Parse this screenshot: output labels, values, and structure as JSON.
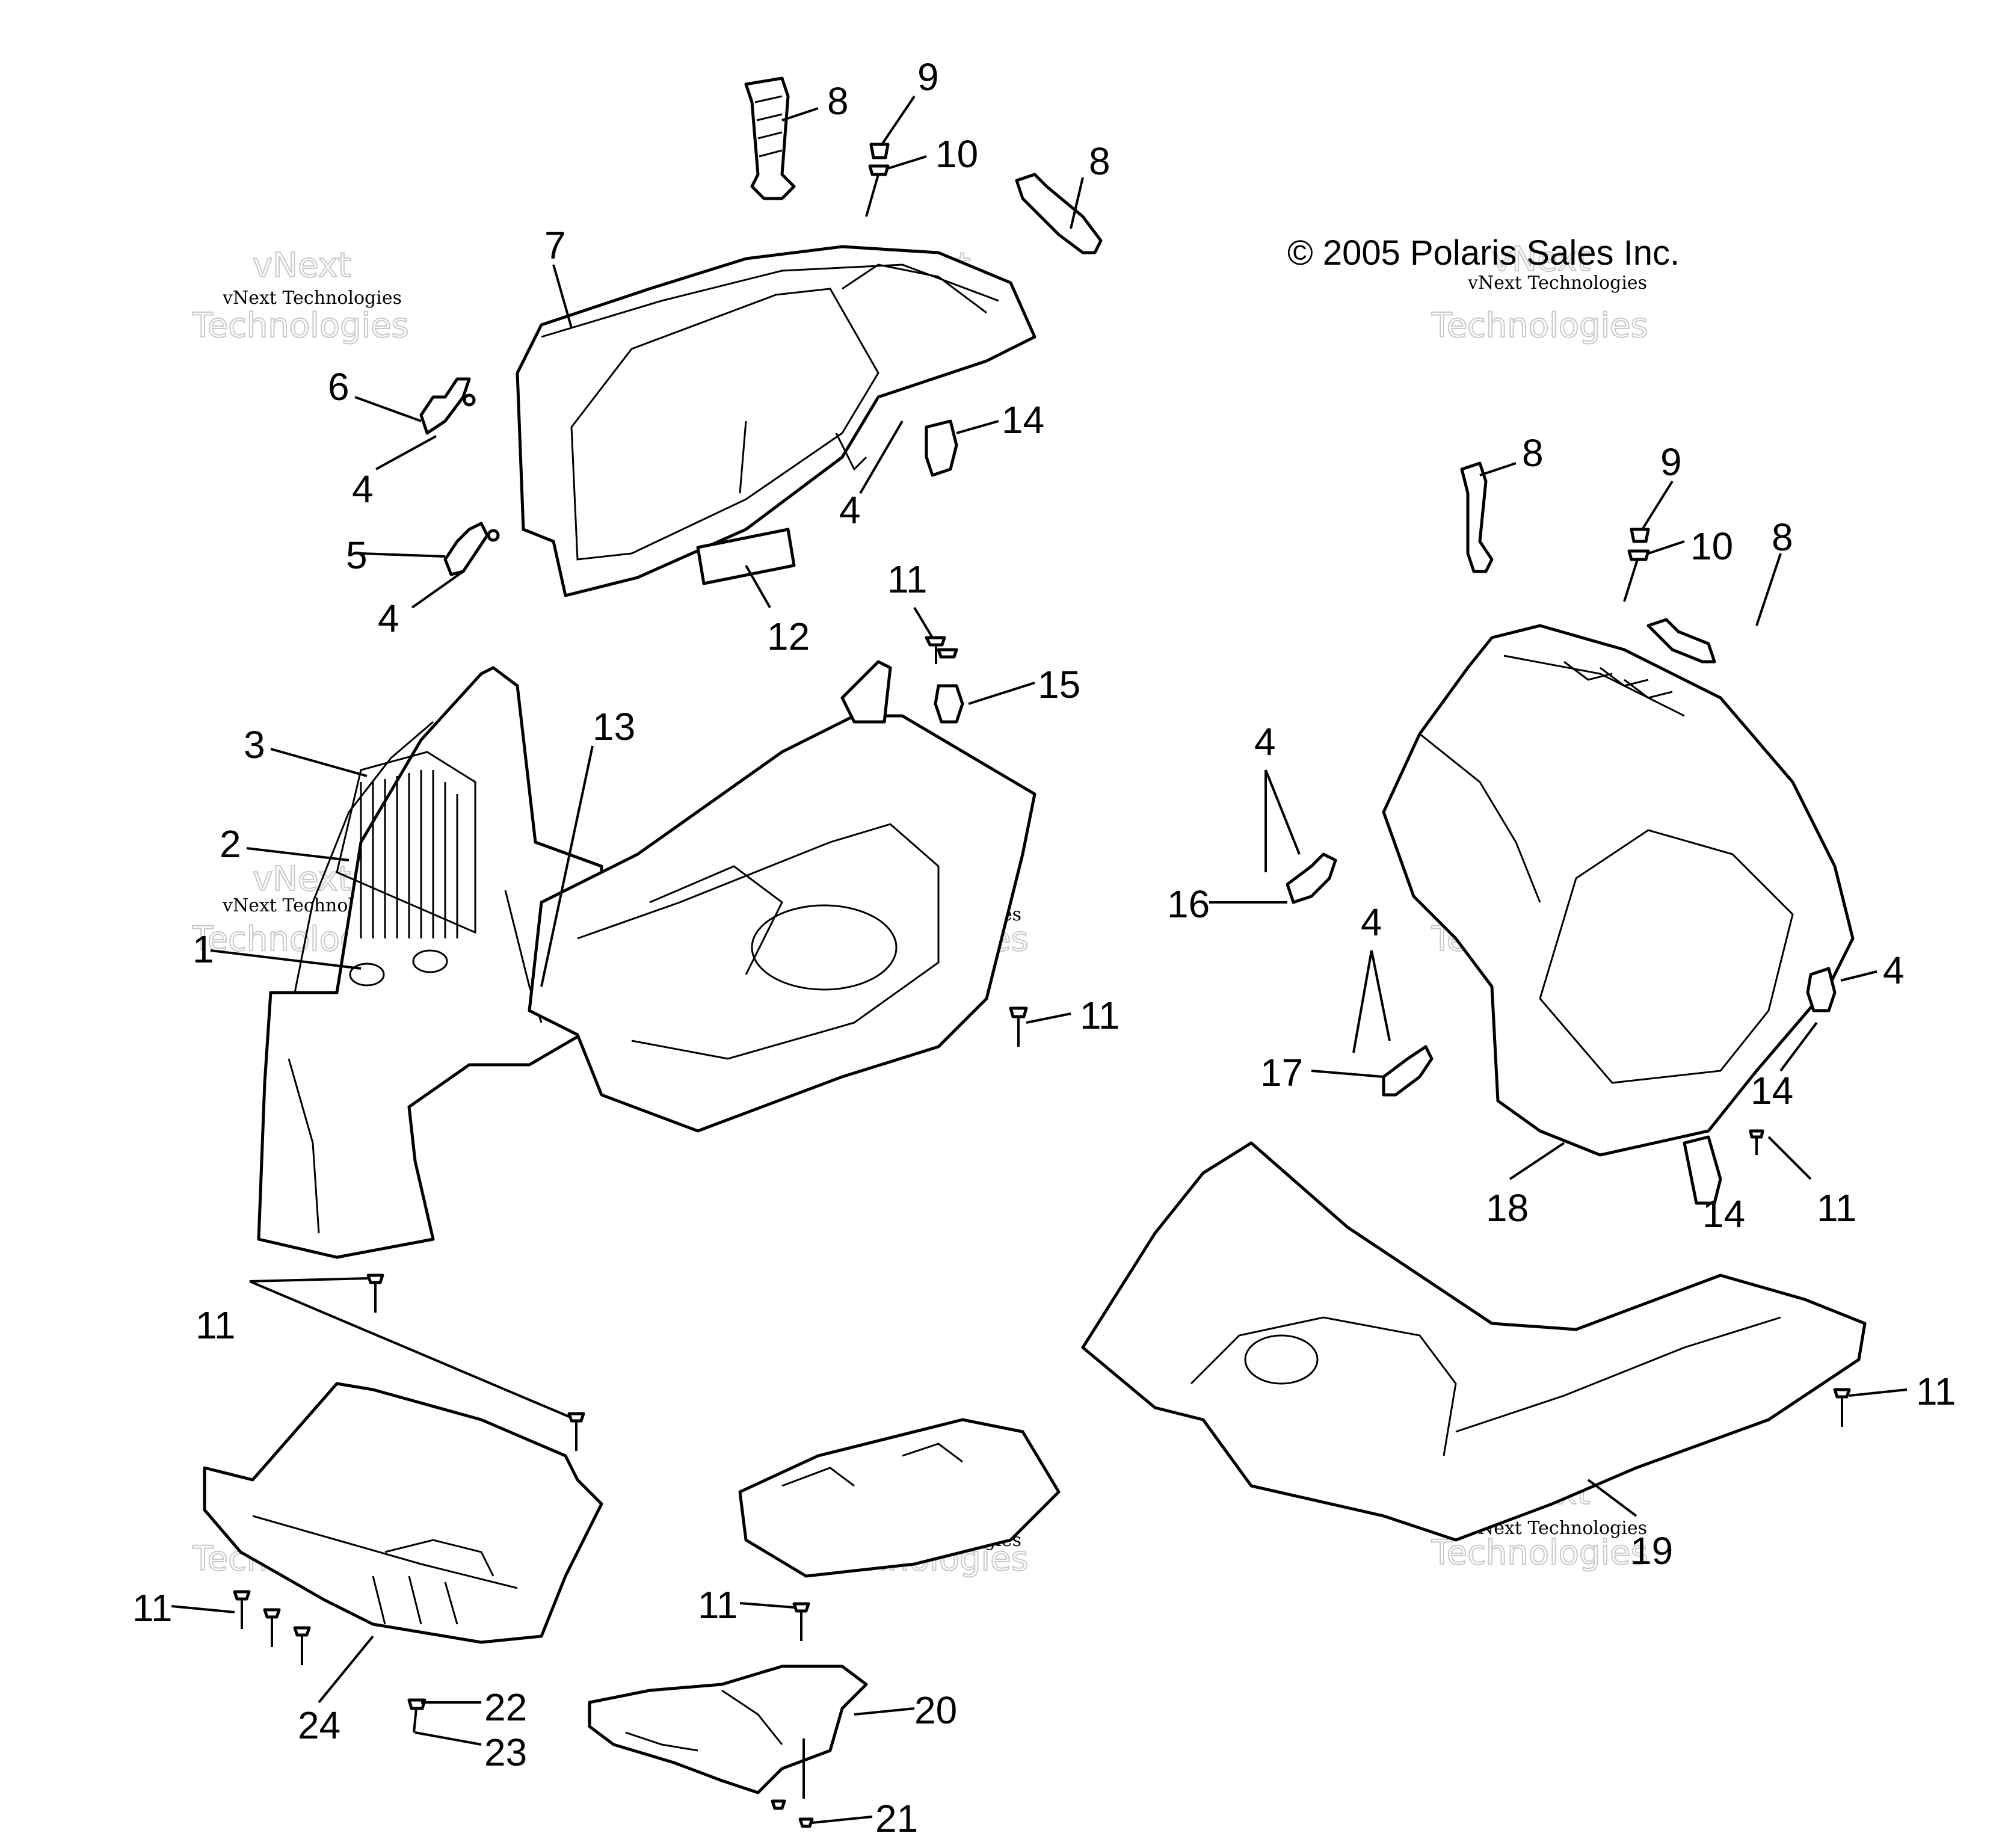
{
  "copyright": "© 2005 Polaris Sales Inc.",
  "watermark": {
    "line_small": "vNext Technologies",
    "word_top": "vNext",
    "word_bottom": "Technologies"
  },
  "callouts": {
    "c8a": "8",
    "c9a": "9",
    "c10a": "10",
    "c8b": "8",
    "c7": "7",
    "c6": "6",
    "c4a": "4",
    "c5": "5",
    "c4b": "4",
    "c4c": "4",
    "c14a": "14",
    "c12": "12",
    "c11a": "11",
    "c15": "15",
    "c13": "13",
    "c3": "3",
    "c2": "2",
    "c1": "1",
    "c11b": "11",
    "c8c": "8",
    "c9b": "9",
    "c10b": "10",
    "c8d": "8",
    "c4d": "4",
    "c16": "16",
    "c4e": "4",
    "c17": "17",
    "c4f": "4",
    "c14b": "14",
    "c18": "18",
    "c11c": "11",
    "c14c": "14",
    "c11d": "11",
    "c11e": "11",
    "c19": "19",
    "c11f": "11",
    "c24": "24",
    "c22": "22",
    "c23": "23",
    "c11g": "11",
    "c20": "20",
    "c21": "21"
  }
}
